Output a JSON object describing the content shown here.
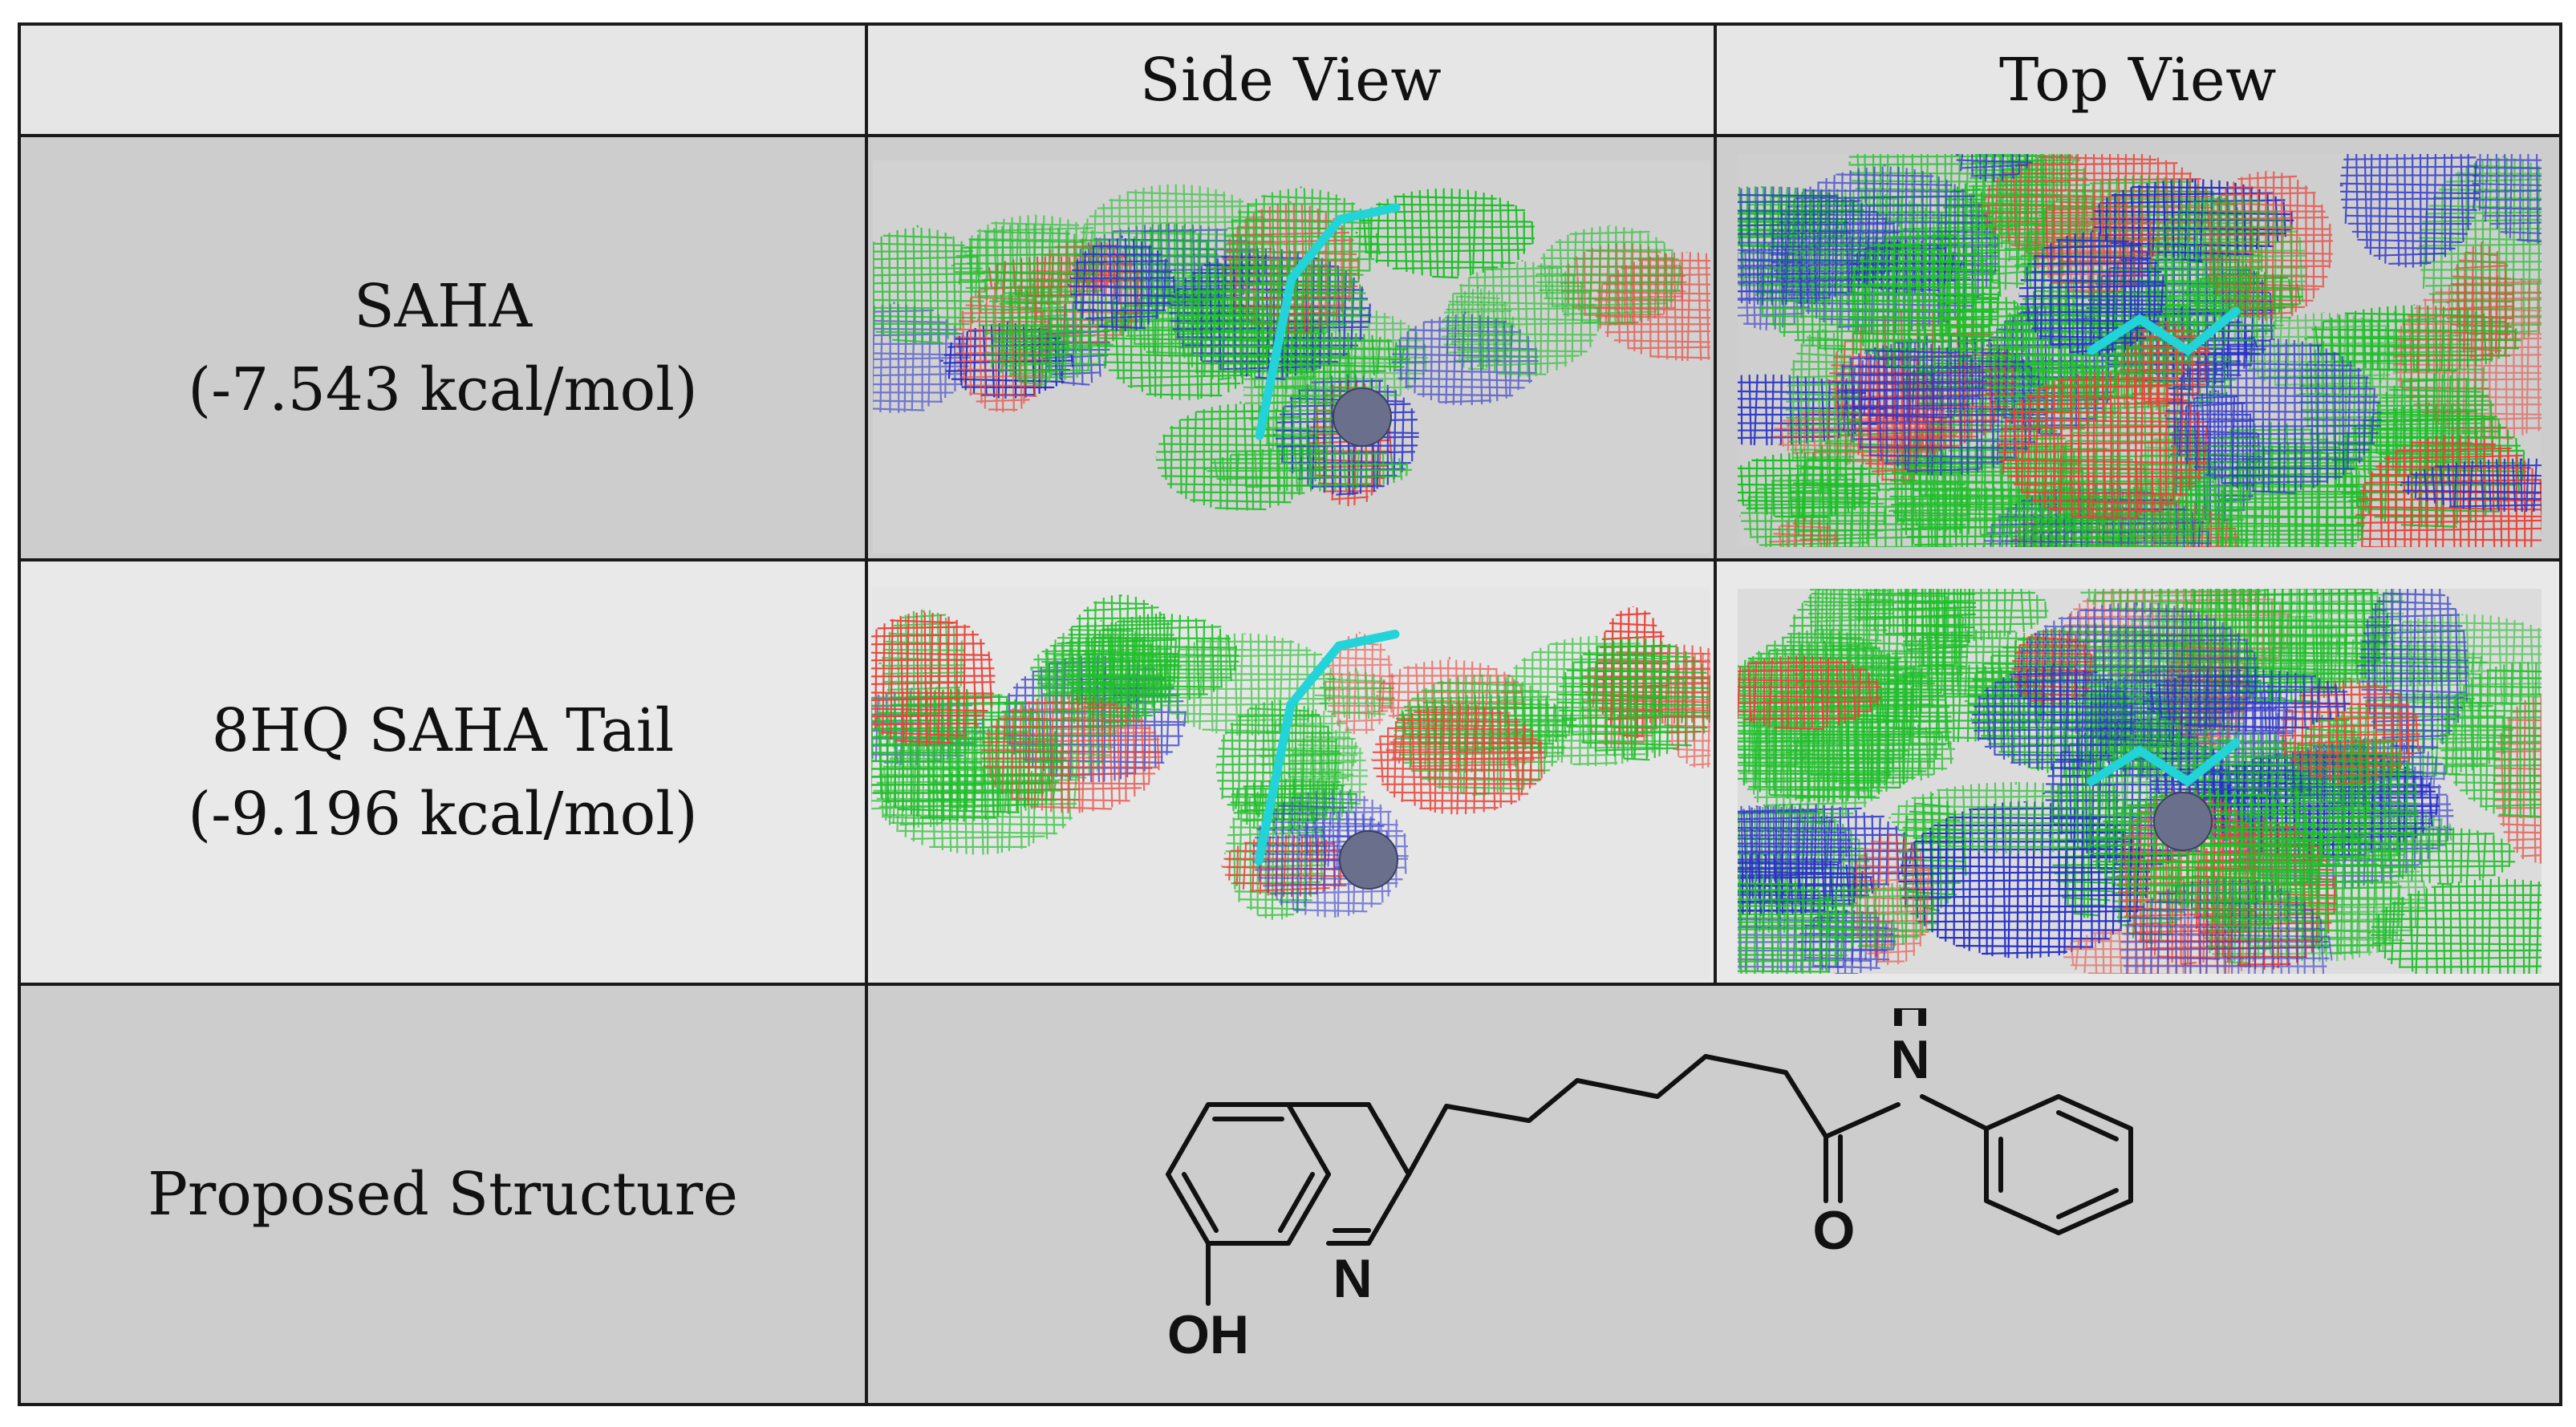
{
  "table": {
    "headers": [
      "",
      "Side View",
      "Top View"
    ],
    "rows": [
      {
        "compound": "SAHA",
        "energy": "(-7.543 kcal/mol)"
      },
      {
        "compound": "8HQ SAHA Tail",
        "energy": "(-9.196 kcal/mol)"
      },
      {
        "label": "Proposed Structure"
      }
    ]
  },
  "structure_atoms": {
    "h": "H",
    "n_amide": "N",
    "o": "O",
    "n_ring": "N",
    "oh": "OH"
  },
  "colors": {
    "mesh_green": "#1fbf2a",
    "mesh_red": "#e8443a",
    "mesh_blue": "#2830c8",
    "ligand": "#22d3d8",
    "zinc": "#6a6f8c",
    "row_dark": "#cdcdcd",
    "row_light": "#e9e9e9"
  }
}
